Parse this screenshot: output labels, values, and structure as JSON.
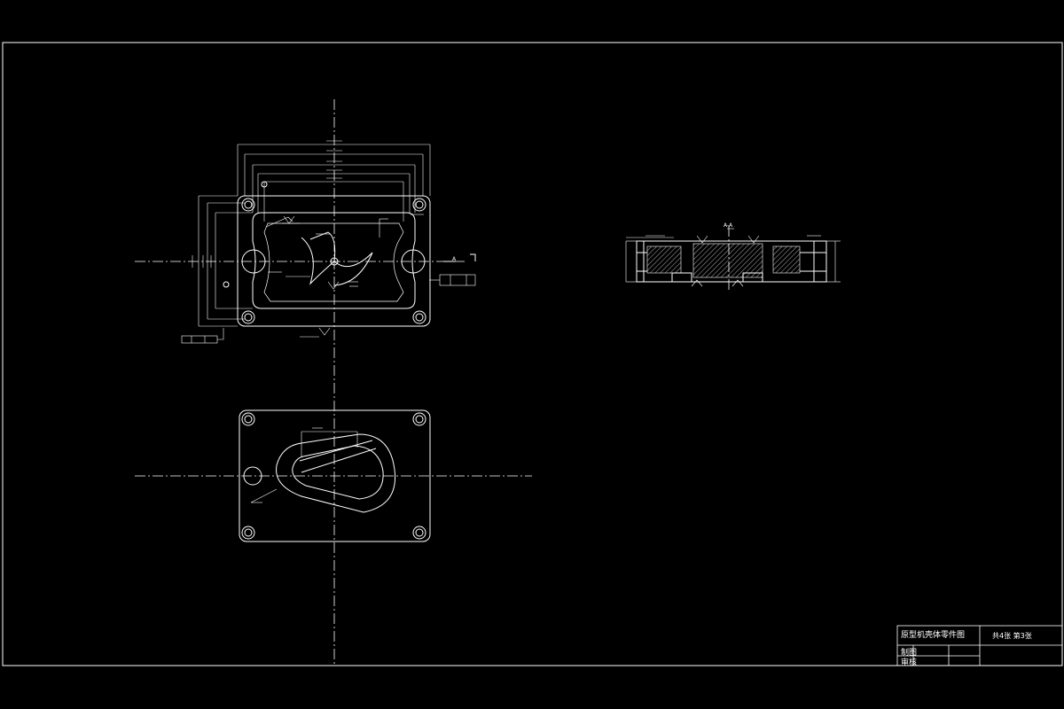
{
  "drawing": {
    "line_color": "#ffffff",
    "background": "#000000",
    "cutting_plane_label": "A",
    "section_label": "A-A"
  },
  "title_block": {
    "title": "原型机壳体零件图",
    "sheet_info": "共4张  第3张",
    "made_by_label": "制图",
    "checked_by_label": "审核"
  }
}
